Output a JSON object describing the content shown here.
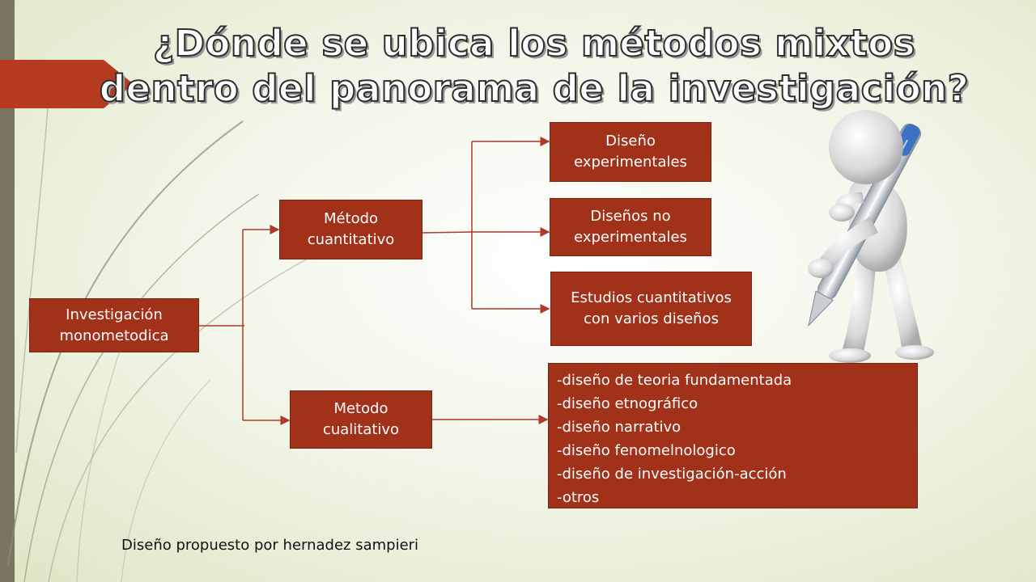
{
  "slide": {
    "title_lines": [
      "¿Dónde se ubica los métodos mixtos",
      "dentro del panorama de la investigación?"
    ],
    "footer": "Diseño propuesto por hernadez sampieri"
  },
  "diagram": {
    "root": "Investigación monometodica",
    "quantitative": "Método cuantitativo",
    "qualitative": "Metodo cualitativo",
    "quant_designs": [
      "Diseño experimentales",
      "Diseños no experimentales",
      "Estudios cuantitativos con varios diseños"
    ],
    "qual_designs": [
      "-diseño de teoria fundamentada",
      "-diseño etnográfico",
      "-diseño narrativo",
      "-diseño fenomelnologico",
      "-diseño de investigación-acción",
      "-otros"
    ]
  },
  "colors": {
    "box_fill": "#a2311a",
    "connector": "#b0392a",
    "accent": "#b53a1f",
    "side_bar": "#7a7561"
  },
  "icons": {
    "figure": "3d-person-with-pen-icon"
  }
}
